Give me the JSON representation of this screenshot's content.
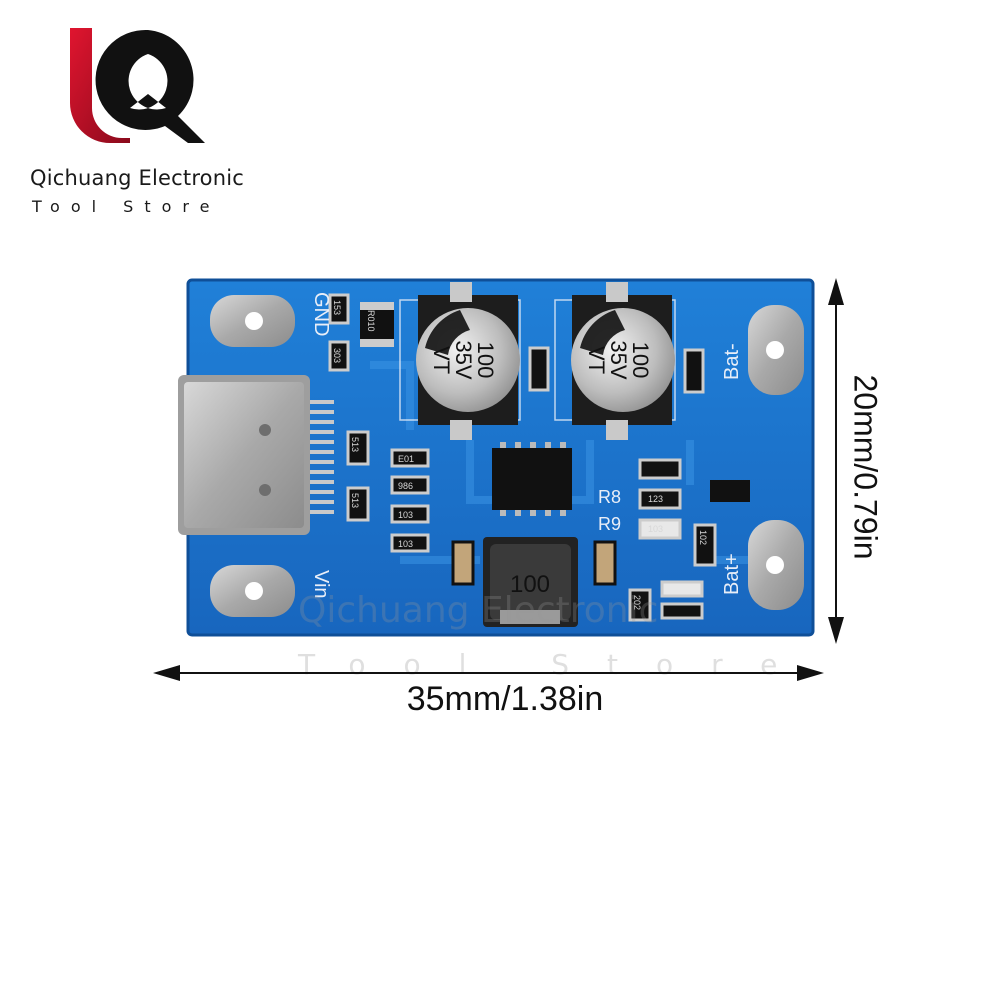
{
  "brand": {
    "logo_icon": "lq-logo-icon",
    "name": "Qichuang Electronic",
    "subtitle": "Tool Store",
    "colors": {
      "logo_red": "#c8102e",
      "logo_black": "#111111"
    }
  },
  "board": {
    "pad_labels": {
      "gnd": "GND",
      "vin": "Vin",
      "bat_minus": "Bat-",
      "bat_plus": "Bat+"
    },
    "capacitor_left": {
      "line1": "100",
      "line2": "35V",
      "line3": "VT"
    },
    "capacitor_right": {
      "line1": "100",
      "line2": "35V",
      "line3": "VT"
    },
    "inductor": "100",
    "resistor_labels": {
      "r8": "R8",
      "r9": "R9"
    },
    "component_codes": {
      "r010": "R010",
      "code_103_a": "103",
      "code_103_b": "103",
      "code_103_c": "103",
      "code_513_a": "513",
      "code_513_b": "513",
      "code_e01": "E01",
      "code_986": "986",
      "code_123": "123",
      "code_102": "102",
      "code_202": "202",
      "code_303": "303",
      "code_153": "153"
    },
    "colors": {
      "pcb": "#1a6ec5",
      "pcb_dark": "#0f4f98",
      "silkscreen": "#e8eef8"
    }
  },
  "watermark": {
    "name": "Qichuang Electronic",
    "subtitle": "Tool Store"
  },
  "dimensions": {
    "width": "35mm/1.38in",
    "height": "20mm/0.79in"
  }
}
